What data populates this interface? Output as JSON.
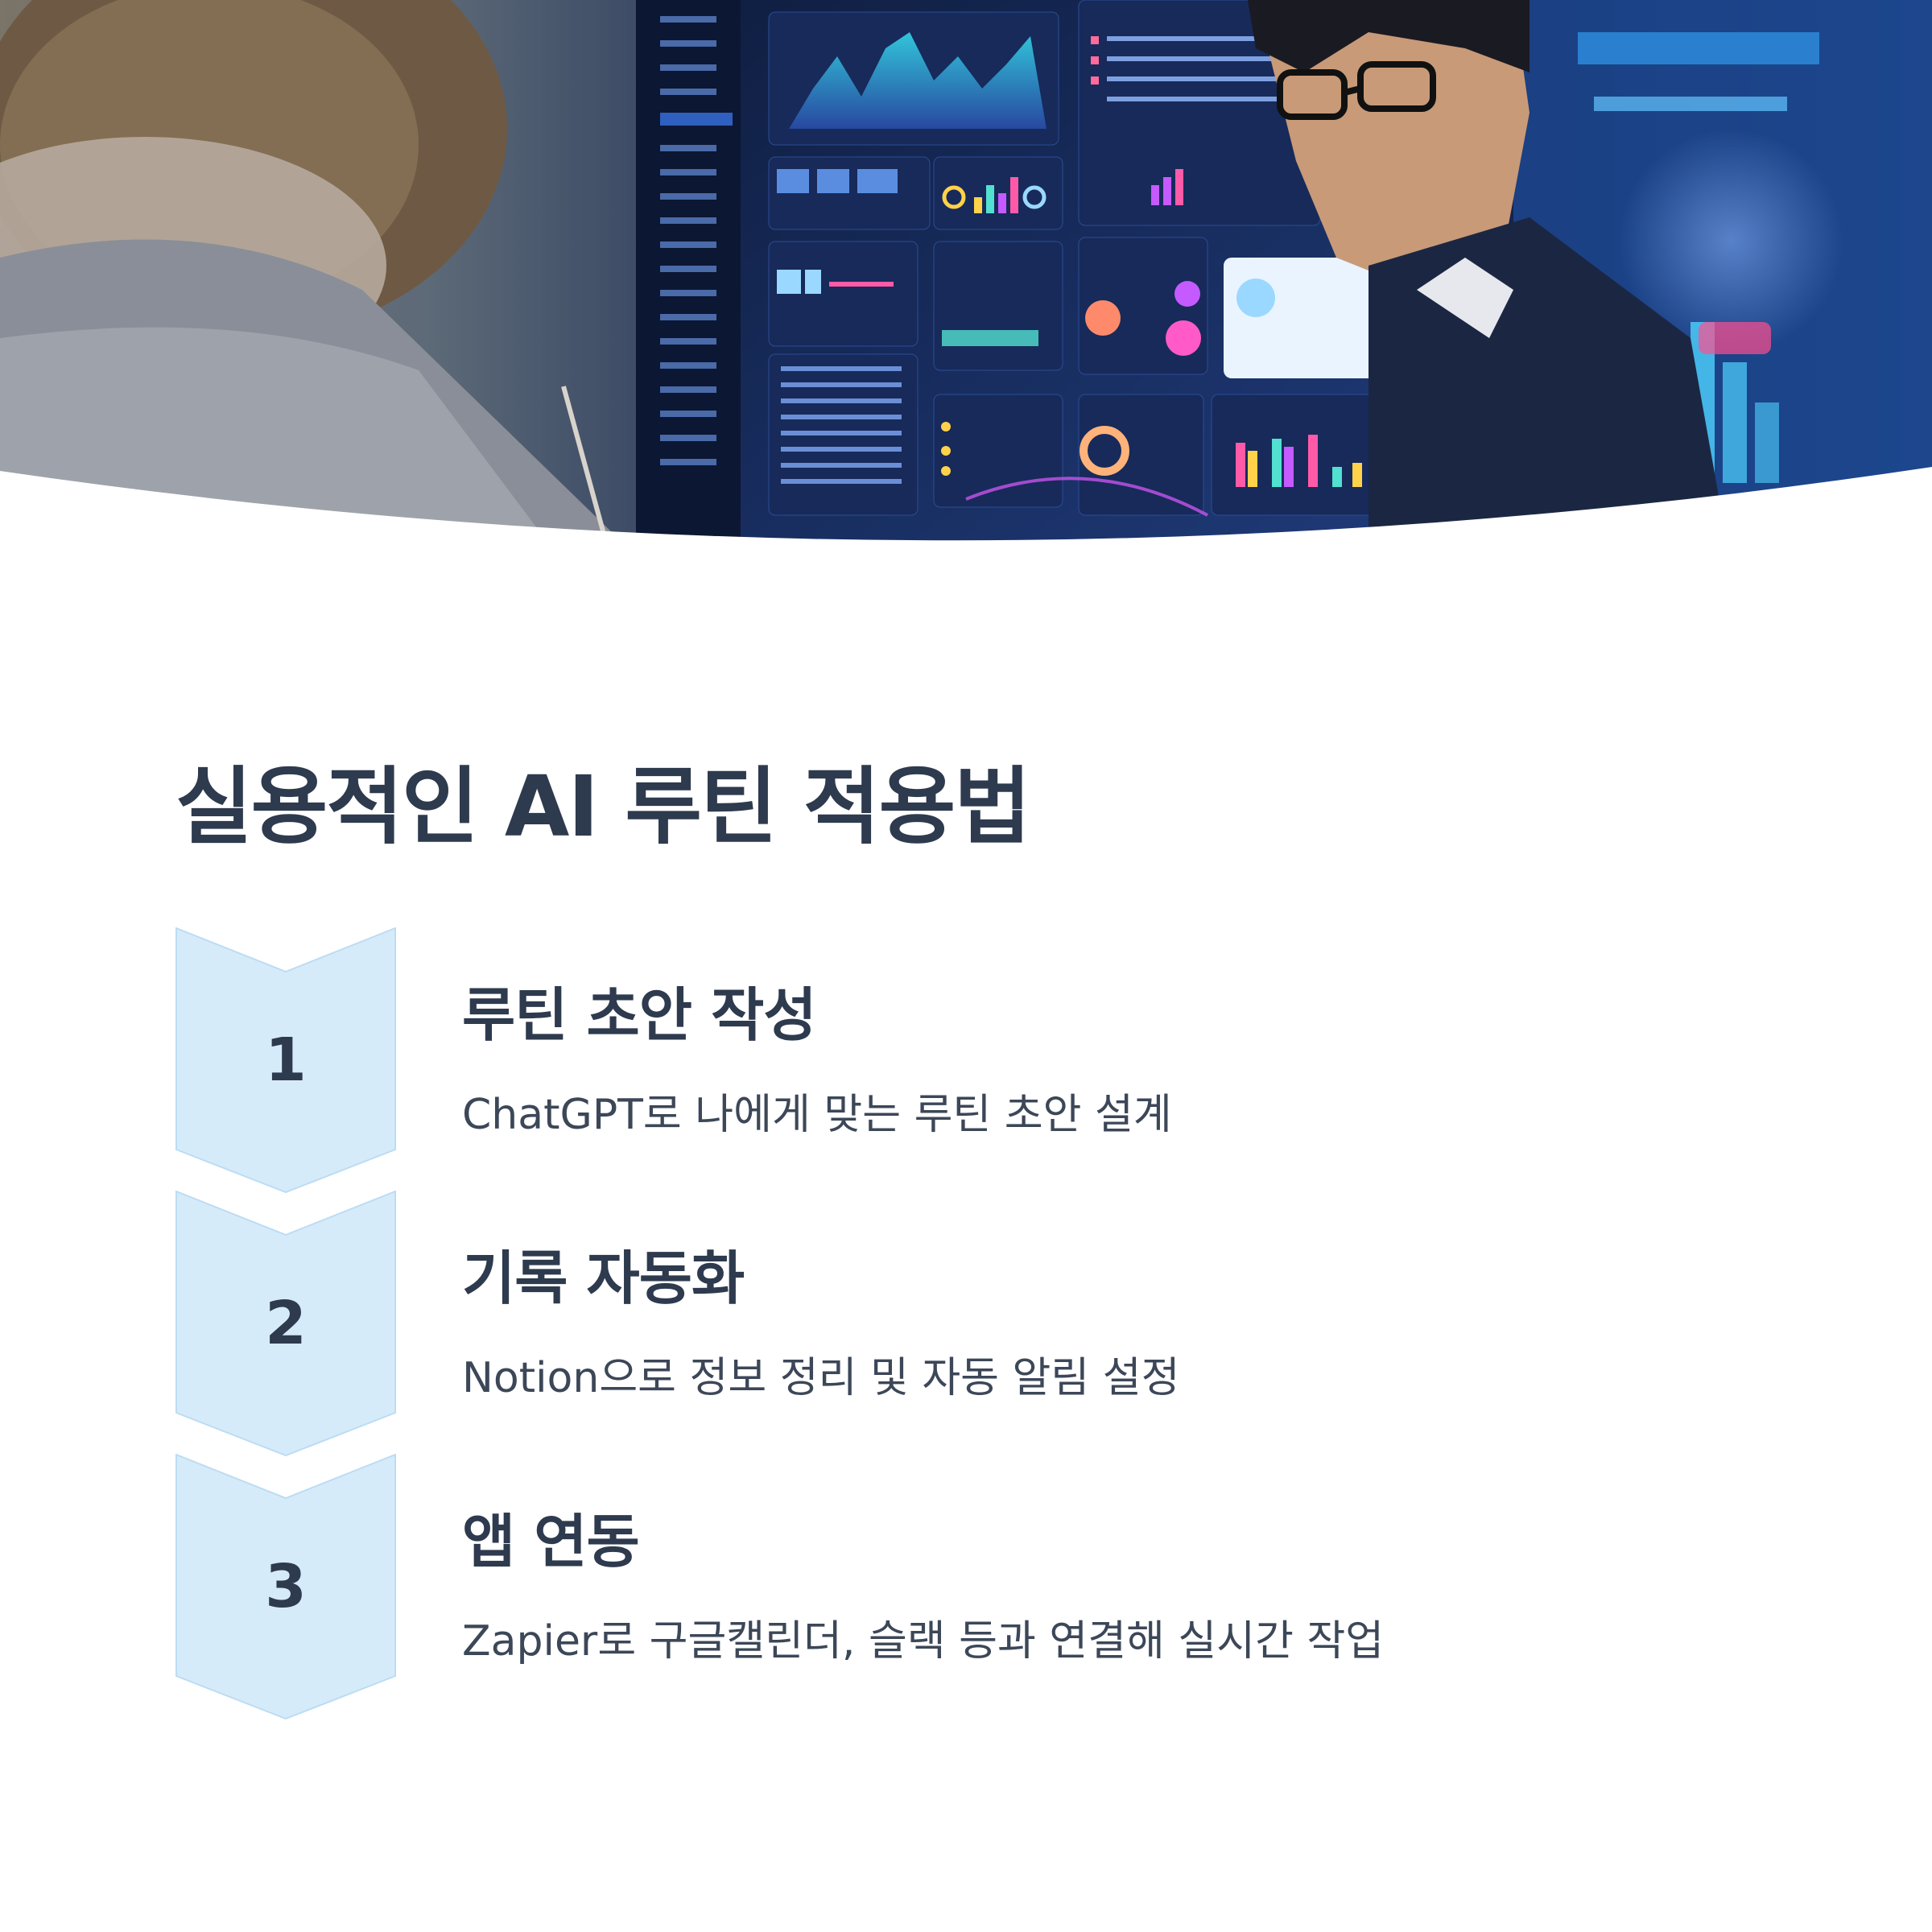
{
  "title": "실용적인 AI 루틴 적용법",
  "steps": [
    {
      "number": "1",
      "title": "루틴 초안 작성",
      "description": "ChatGPT로 나에게 맞는 루틴 초안 설계"
    },
    {
      "number": "2",
      "title": "기록 자동화",
      "description": "Notion으로 정보 정리 및 자동 알림 설정"
    },
    {
      "number": "3",
      "title": "앱 연동",
      "description": "Zapier로 구글캘린더, 슬랙 등과 연결해 실시간 작업"
    }
  ],
  "colors": {
    "heading": "#2e3a4e",
    "body_text": "#3c4758",
    "chevron_fill": "#d6ebfa",
    "chevron_stroke": "#bcdcf3",
    "background": "#ffffff"
  },
  "hero_image": {
    "icons": [
      "person-back-of-head",
      "person-with-glasses",
      "dashboard-monitor"
    ]
  }
}
